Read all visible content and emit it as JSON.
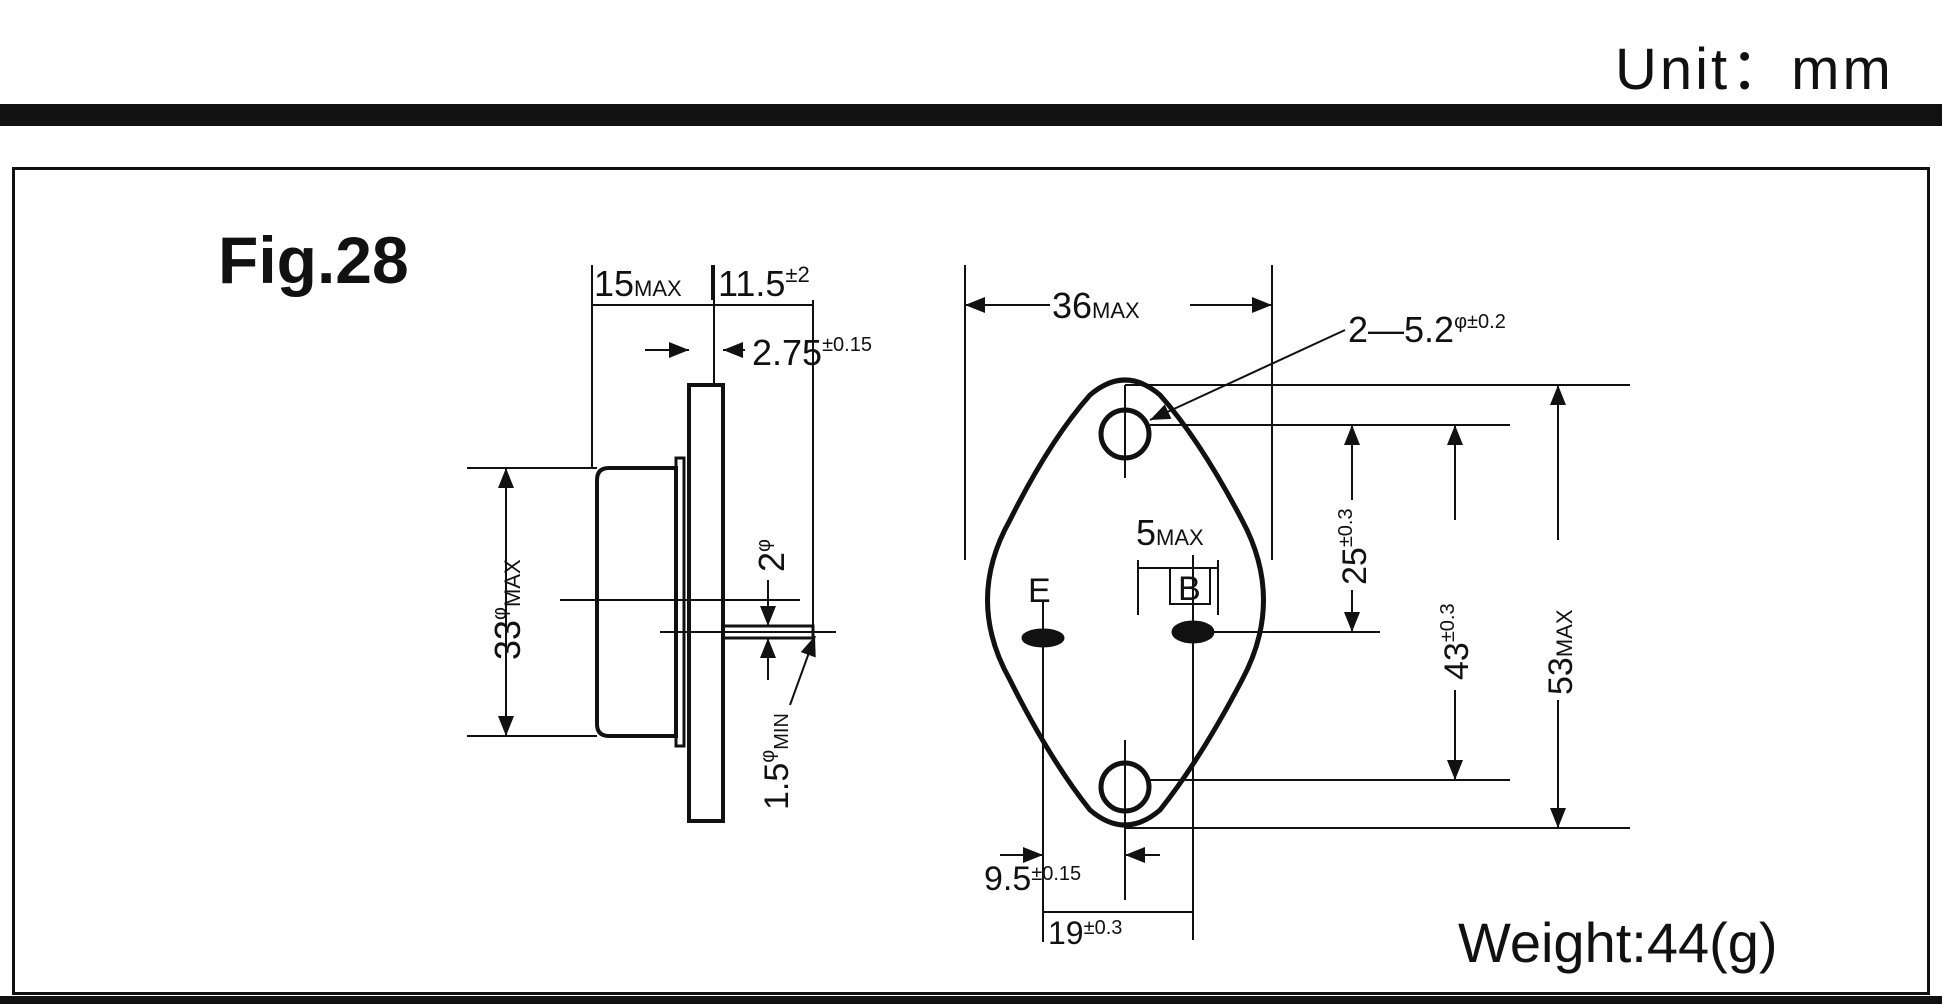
{
  "header": {
    "unit": "Unit：mm"
  },
  "figure": {
    "title": "Fig.28",
    "weight": "Weight:44(g)",
    "side_view": {
      "d15": "15",
      "d15_sub": "MAX",
      "d11": "11.5",
      "d11_sup": "±2",
      "d275": "2.75",
      "d275_sup": "±0.15",
      "d33": "33",
      "d33_sup": "φ",
      "d33_sub": "MAX",
      "d2": "2",
      "d2_sup": "φ",
      "d15min": "1.5",
      "d15min_sup": "φ",
      "d15min_sub": "MIN"
    },
    "top_view": {
      "d36": "36",
      "d36_sub": "MAX",
      "hole": "2—5.2",
      "hole_sup": "φ±0.2",
      "d5": "5",
      "d5_sub": "MAX",
      "pin_e": "E",
      "pin_b": "B",
      "d25": "25",
      "d25_sup": "±0.3",
      "d43": "43",
      "d43_sup": "±0.3",
      "d53": "53",
      "d53_sub": "MAX",
      "d95": "9.5",
      "d95_sup": "±0.15",
      "d19": "19",
      "d19_sup": "±0.3"
    }
  }
}
